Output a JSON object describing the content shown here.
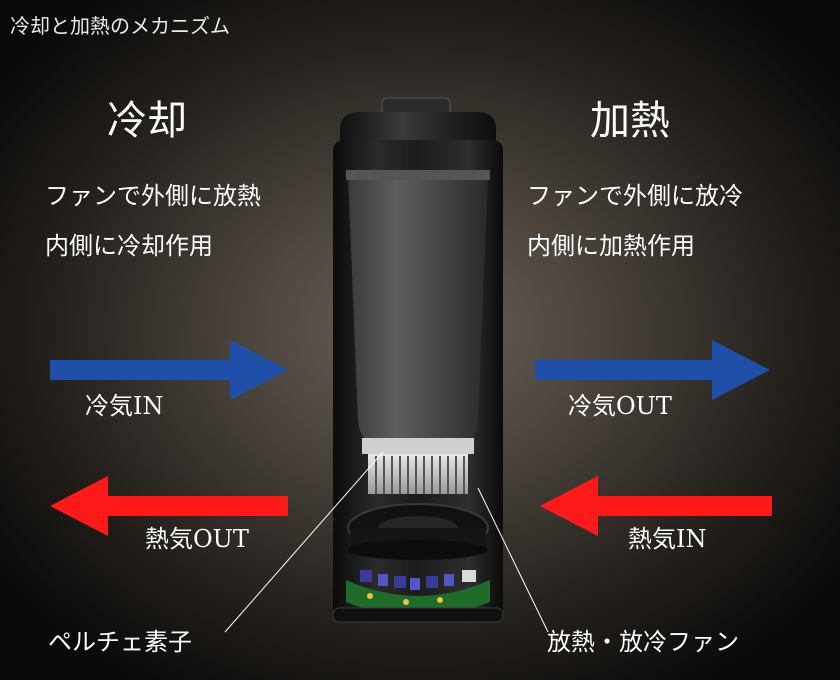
{
  "title": "冷却と加熱のメカニズム",
  "cooling": {
    "heading": "冷却",
    "line1": "ファンで外側に放熱",
    "line2": "内側に冷却作用",
    "cold_air": "冷気IN",
    "hot_air": "熱気OUT"
  },
  "heating": {
    "heading": "加熱",
    "line1": "ファンで外側に放冷",
    "line2": "内側に加熱作用",
    "cold_air": "冷気OUT",
    "hot_air": "熱気IN"
  },
  "callouts": {
    "peltier": "ペルチェ素子",
    "fan": "放熱・放冷ファン"
  },
  "colors": {
    "cold_arrow": "#1f4fa8",
    "hot_arrow": "#ff1a1a"
  }
}
